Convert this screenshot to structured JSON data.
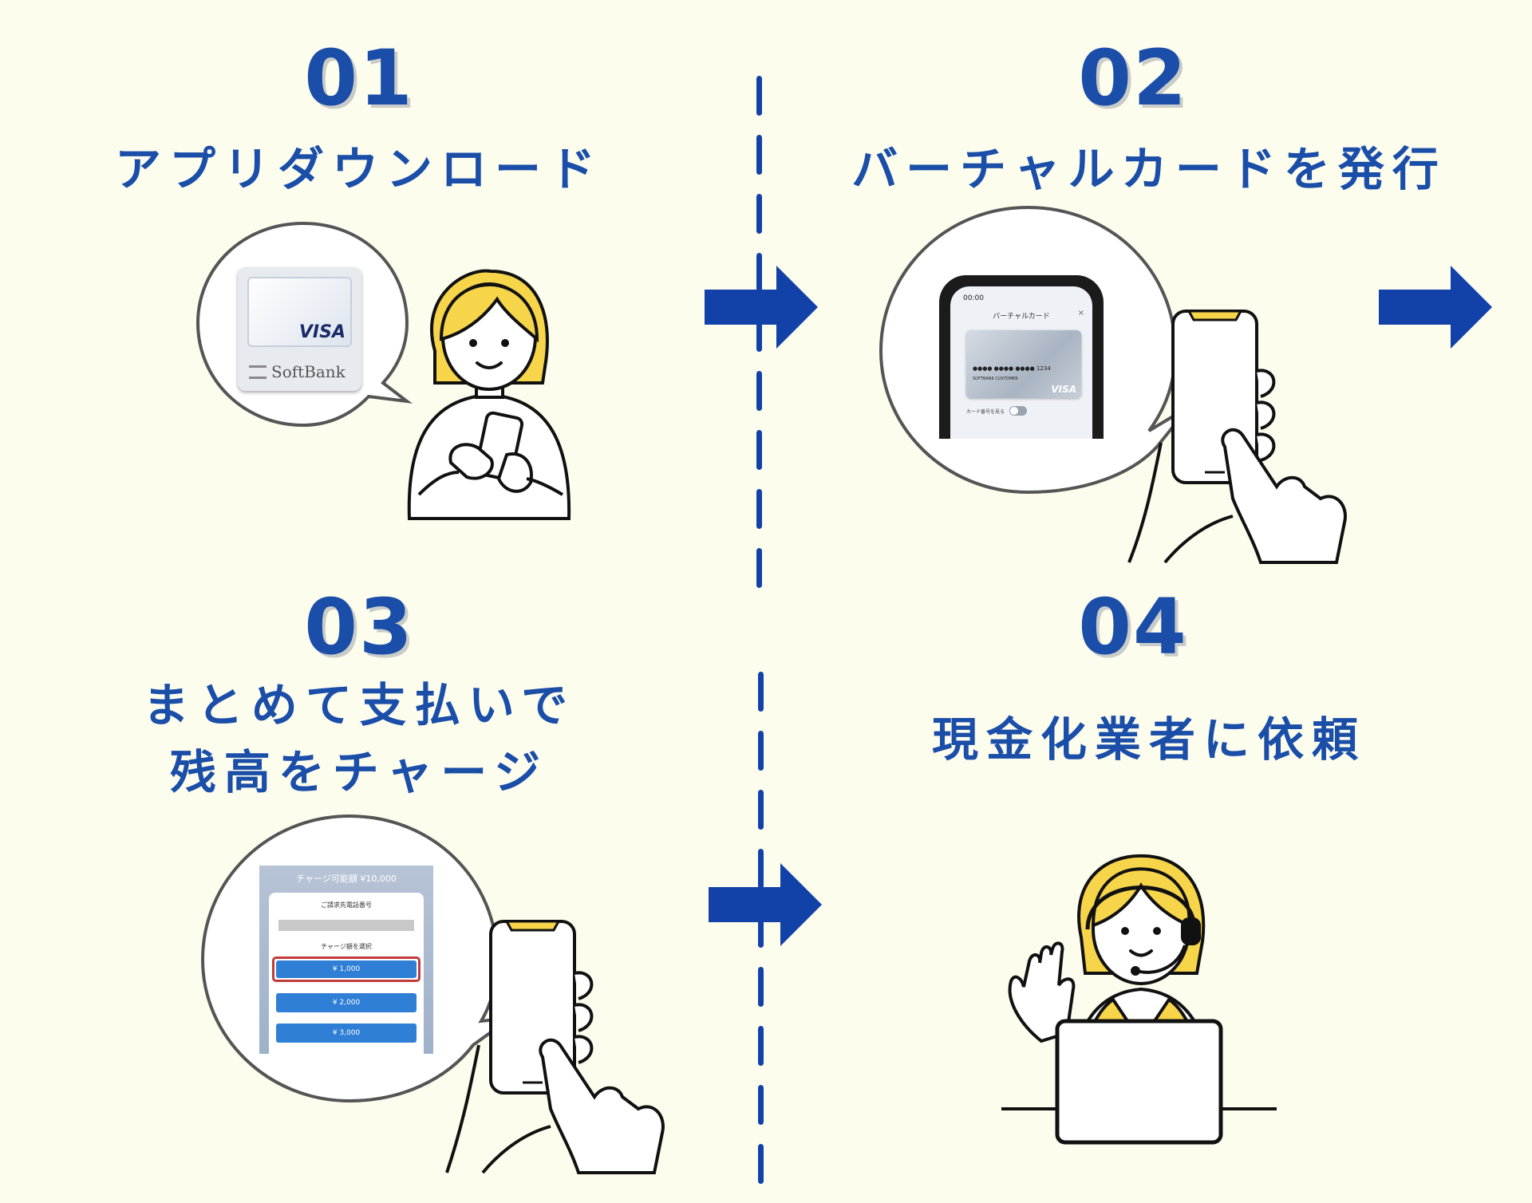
{
  "steps": [
    {
      "number": "01",
      "title": "アプリダウンロード"
    },
    {
      "number": "02",
      "title": "バーチャルカードを発行"
    },
    {
      "number": "03",
      "title_line1": "まとめて支払いで",
      "title_line2": "残高をチャージ"
    },
    {
      "number": "04",
      "title": "現金化業者に依頼"
    }
  ],
  "card_brand": "VISA",
  "app_brand": "SoftBank",
  "virtual_card_screen": {
    "time": "00:00",
    "header": "バーチャルカード",
    "card_number": "●●●● ●●●● ●●●● 1234",
    "holder": "SOFTBANK CUSTOMER",
    "toggle_label": "カード番号を見る"
  },
  "charge_screen": {
    "available_label": "チャージ可能額 ¥10,000",
    "phone_label": "ご請求先電話番号",
    "select_label": "チャージ額を選択",
    "options": [
      "¥ 1,000",
      "¥ 2,000",
      "¥ 3,000"
    ]
  },
  "colors": {
    "background": "#fdfdee",
    "accent_blue": "#1a4ea8",
    "arrow_blue": "#1241a8",
    "hair_yellow": "#f7d54a"
  }
}
